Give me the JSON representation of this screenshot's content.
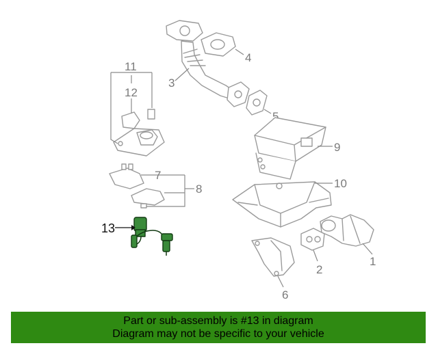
{
  "diagram": {
    "callouts": {
      "c1": "1",
      "c2": "2",
      "c3": "3",
      "c4": "4",
      "c5": "5",
      "c6": "6",
      "c7": "7",
      "c8": "8",
      "c9": "9",
      "c10": "10",
      "c11": "11",
      "c12": "12",
      "c13": "13"
    },
    "highlight_color": "#3a8a3a"
  },
  "banner": {
    "line1": "Part or sub-assembly is #13 in diagram",
    "line2": "Diagram may not be specific to your vehicle",
    "background": "#2f8a12"
  }
}
